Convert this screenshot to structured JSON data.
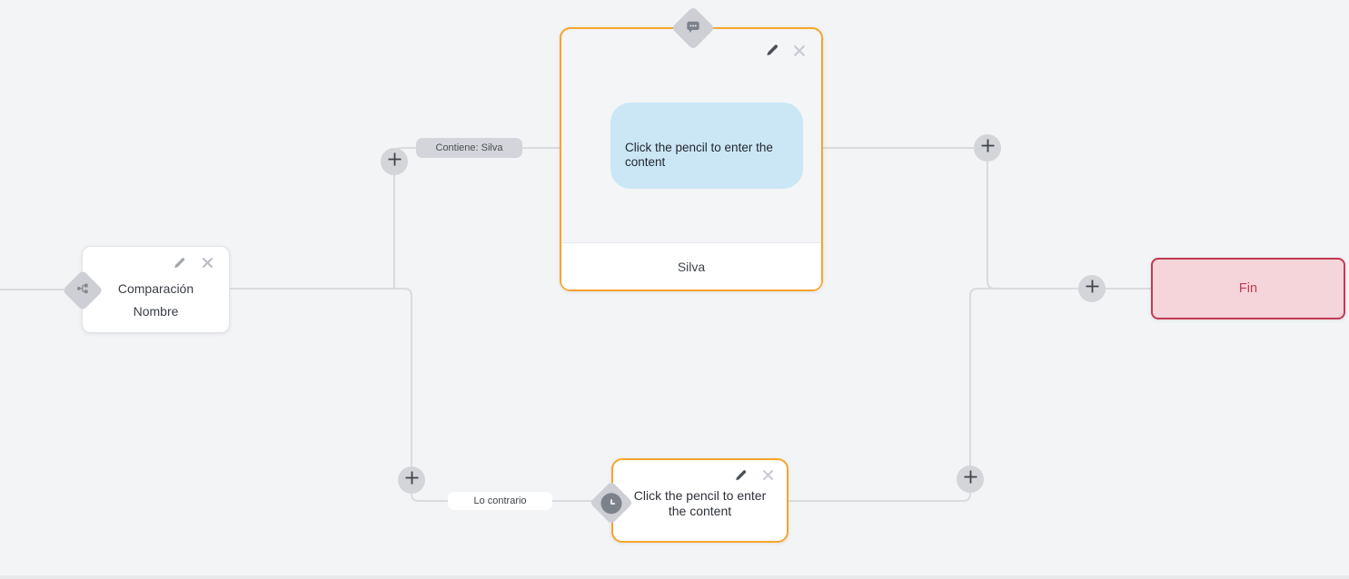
{
  "canvas": {
    "background_color": "#f3f4f6",
    "edge_color": "#d9dbdf",
    "accent_orange": "#f8a42c",
    "end_red": "#c23a52",
    "bubble_blue": "#cbe7f6"
  },
  "nodes": {
    "condition": {
      "title": "Comparación Nombre",
      "type_icon": "branch-icon"
    },
    "message": {
      "placeholder": "Click the pencil to enter the content",
      "footer": "Silva",
      "type_icon": "message-icon"
    },
    "wait": {
      "placeholder": "Click the pencil to enter the content",
      "type_icon": "clock-icon"
    },
    "end": {
      "label": "Fin"
    }
  },
  "edges": {
    "contains_label": "Contiene: Silva",
    "otherwise_label": "Lo contrario"
  },
  "icons": {
    "edit": "pencil-icon",
    "delete": "close-icon",
    "add": "plus-icon"
  }
}
